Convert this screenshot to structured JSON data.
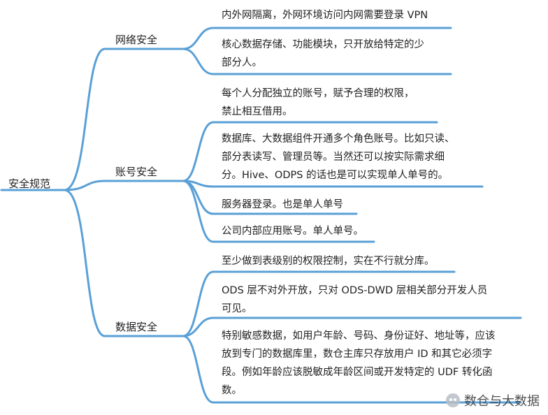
{
  "root": {
    "label": "安全规范"
  },
  "branches": [
    {
      "label": "网络安全",
      "items": [
        {
          "lines": [
            "内外网隔离，外网环境访问内网需要登录 VPN"
          ]
        },
        {
          "lines": [
            "核心数据存储、功能模块，只开放给特定的少",
            "部分人。"
          ]
        }
      ]
    },
    {
      "label": "账号安全",
      "items": [
        {
          "lines": [
            "每个人分配独立的账号，赋予合理的权限，",
            "禁止相互借用。"
          ]
        },
        {
          "lines": [
            "数据库、大数据组件开通多个角色账号。比如只读、",
            "部分表读写、管理员等。当然还可以按实际需求细",
            "分。Hive、ODPS 的话也是可以实现单人单号的。"
          ]
        },
        {
          "lines": [
            "服务器登录。也是单人单号"
          ]
        },
        {
          "lines": [
            "公司内部应用账号。单人单号。"
          ]
        }
      ]
    },
    {
      "label": "数据安全",
      "items": [
        {
          "lines": [
            "至少做到表级别的权限控制，实在不行就分库。"
          ]
        },
        {
          "lines": [
            "ODS 层不对外开放，只对 ODS-DWD 层相关部分开发人员",
            "可见。"
          ]
        },
        {
          "lines": [
            "特别敏感数据，如用户年龄、号码、身份证好、地址等，应该",
            "放到专门的数据库里，数仓主库只存放用户 ID 和其它必须字",
            "段。例如年龄应该脱敏成年龄区间或开发特定的 UDF 转化函",
            "数。"
          ]
        }
      ]
    }
  ],
  "watermark": {
    "icon": "wechat-icon",
    "text": "数仓与大数据"
  },
  "colors": {
    "line": "#5aa0d6",
    "text": "#1f1f1f"
  }
}
